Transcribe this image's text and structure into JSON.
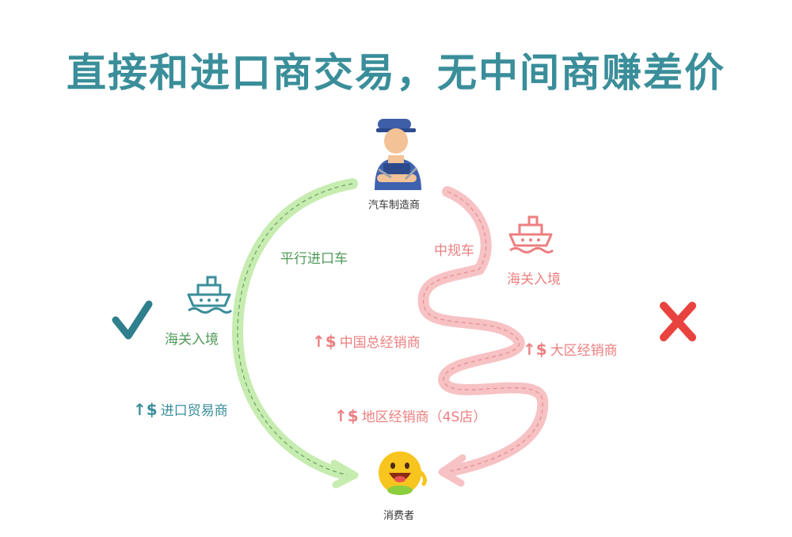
{
  "title": "直接和进口商交易，无中间商赚差价",
  "nodes": {
    "manufacturer": "汽车制造商",
    "consumer": "消费者"
  },
  "left_path": {
    "route_label": "平行进口车",
    "customs": "海关入境",
    "step_prefix": "↑$",
    "step": "进口贸易商"
  },
  "right_path": {
    "route_label": "中规车",
    "customs": "海关入境",
    "step_prefix": "↑$",
    "steps": [
      "中国总经销商",
      "大区经销商",
      "地区经销商（4S店）"
    ]
  },
  "colors": {
    "title": "#3a8e9a",
    "green_path": "#c6ecb0",
    "pink_path": "#f7c2c4",
    "check": "#2f7f8c",
    "cross": "#e8433e"
  },
  "icons": {
    "manufacturer": "mechanic-icon",
    "consumer": "smiley-icon",
    "ship_left": "ship-icon",
    "ship_right": "ship-icon",
    "check": "check-icon",
    "cross": "cross-icon"
  }
}
